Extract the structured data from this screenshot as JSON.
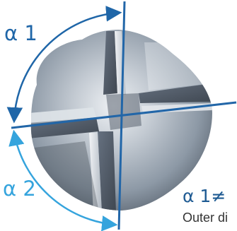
{
  "labels": {
    "alpha1": "α 1",
    "alpha2": "α 2",
    "inequality": "α 1≠",
    "caption": "Outer di"
  },
  "colors": {
    "alpha1_arc": "#1f66a8",
    "alpha2_arc": "#35a4dd",
    "axis_lines": "#2266a8",
    "tool_face": "#8d99a6",
    "tool_dark": "#4b5460",
    "caption_text": "#333333"
  }
}
